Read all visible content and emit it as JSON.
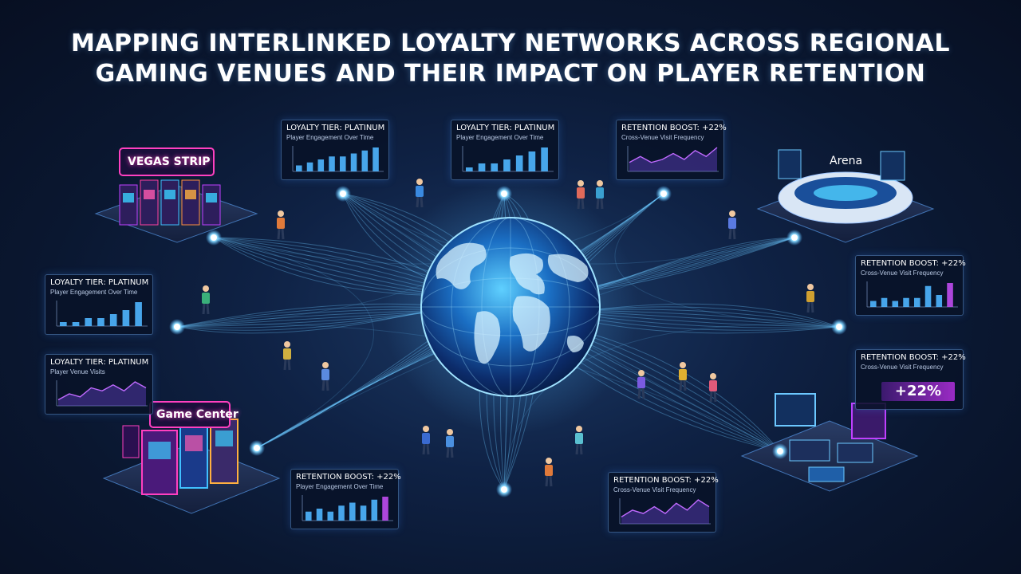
{
  "title_line1": "MAPPING INTERLINKED LOYALTY NETWORKS ACROSS REGIONAL",
  "title_line2": "GAMING VENUES AND THEIR IMPACT ON PLAYER RETENTION",
  "colors": {
    "accent": "#4fb6ff",
    "highlight": "#b34df0",
    "background": "#0a1730"
  },
  "venues": {
    "vegas": {
      "sign": "VEGAS STRIP"
    },
    "arena": {
      "sign": "Arena"
    },
    "game_center": {
      "sign": "Game Center"
    },
    "esports": {
      "sign": ""
    }
  },
  "panels": [
    {
      "id": "p1",
      "heading": "LOYALTY TIER: PLATINUM",
      "subheading": "Player Engagement Over Time",
      "chart": "bar",
      "values": [
        2,
        3,
        4,
        5,
        5,
        6,
        7,
        8
      ],
      "highlight_last": false
    },
    {
      "id": "p2",
      "heading": "LOYALTY TIER: PLATINUM",
      "subheading": "Player Engagement Over Time",
      "chart": "bar",
      "values": [
        1,
        2,
        2,
        3,
        4,
        5,
        6
      ],
      "highlight_last": false
    },
    {
      "id": "p3",
      "heading": "RETENTION BOOST: +22%",
      "subheading": "Cross-Venue Visit Frequency",
      "chart": "line",
      "values": [
        3,
        5,
        3,
        4,
        6,
        4,
        7,
        5,
        8
      ],
      "highlight_last": false
    },
    {
      "id": "p4",
      "heading": "LOYALTY TIER: PLATINUM",
      "subheading": "Player Engagement Over Time",
      "chart": "bar",
      "values": [
        1,
        1,
        2,
        2,
        3,
        4,
        6
      ],
      "highlight_last": false
    },
    {
      "id": "p5",
      "heading": "LOYALTY TIER: PLATINUM",
      "subheading": "Player Venue Visits",
      "chart": "line",
      "values": [
        2,
        4,
        3,
        6,
        5,
        7,
        5,
        8,
        6
      ],
      "highlight_last": false
    },
    {
      "id": "p6",
      "heading": "RETENTION BOOST: +22%",
      "subheading": "Cross-Venue Visit Frequency",
      "chart": "bar",
      "values": [
        2,
        3,
        2,
        3,
        3,
        7,
        4,
        8
      ],
      "highlight_last": true
    },
    {
      "id": "p7",
      "heading": "RETENTION BOOST: +22%",
      "subheading": "Cross-Venue Visit Frequency",
      "chart": "big",
      "big_value": "+22%"
    },
    {
      "id": "p8",
      "heading": "RETENTION BOOST: +22%",
      "subheading": "Player Engagement Over Time",
      "chart": "bar",
      "values": [
        3,
        4,
        3,
        5,
        6,
        5,
        7,
        8
      ],
      "highlight_last": true
    },
    {
      "id": "p9",
      "heading": "RETENTION BOOST: +22%",
      "subheading": "Cross-Venue Visit Frequency",
      "chart": "line",
      "values": [
        2,
        4,
        3,
        5,
        3,
        6,
        4,
        7,
        5
      ],
      "highlight_last": false
    }
  ]
}
